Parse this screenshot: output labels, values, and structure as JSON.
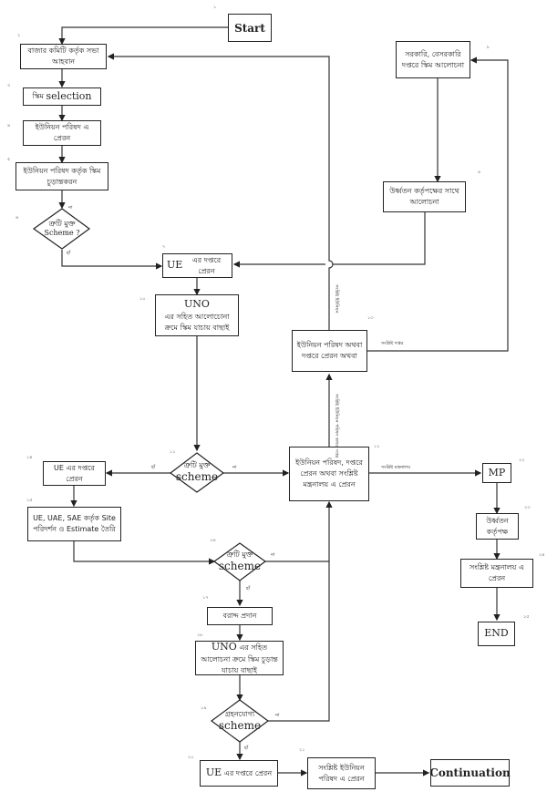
{
  "nodes": {
    "n1": {
      "num": "১",
      "label": "Start"
    },
    "n2": {
      "num": "২",
      "label": "বাজার কমিটি কর্তৃক সভা আহবান"
    },
    "n3": {
      "num": "৩",
      "label_bn": "স্কিম",
      "label_en": "selection"
    },
    "n4": {
      "num": "৪",
      "label": "ইউনিয়ন পরিষদ এ প্রেরন"
    },
    "n5": {
      "num": "৫",
      "label": "ইউনিয়ন পরিষদ কর্তৃক স্কিম চুড়ান্তকরন"
    },
    "n6": {
      "num": "৬",
      "label_bn": "ত্রুটি মুক্ত",
      "label_en": "Scheme ?"
    },
    "n7": {
      "num": "৭",
      "label_en": "UE",
      "label_bn": "এর দপ্তরে প্রেরন"
    },
    "n8": {
      "num": "৮",
      "label": "সরকারি, বেসরকারি দপ্তরে স্কিম আলোচনা"
    },
    "n9": {
      "num": "৯",
      "label": "উর্ধ্বতন কর্তৃপক্ষের সাথে আলোচনা"
    },
    "n10": {
      "num": "১০",
      "label_en": "UNO",
      "label_bn": "এর সহিত আলোচোনা ক্রমে স্কিম যাচায় বাছাই"
    },
    "n11": {
      "num": "১১",
      "label_bn": "ত্রুটি মুক্ত",
      "label_en": "scheme"
    },
    "n12": {
      "num": "১২",
      "label": "ইউনিয়ন পরিষদ, দপ্তরে প্রেরন অথবা সংশ্লিষ্ট মন্ত্রনালয় এ প্রেরন"
    },
    "n13": {
      "num": "১৩",
      "label": "ইউনিয়ন পরিষদ অথবা দপ্তরে প্রেরন অথবা"
    },
    "n14": {
      "num": "১৪",
      "label": "UE এর দপ্তরে প্রেরন"
    },
    "n15": {
      "num": "১৫",
      "label": "UE, UAE, SAE কর্তৃক Site পরিদর্শন ও Estimate তৈরি"
    },
    "n16": {
      "num": "১৬",
      "label_bn": "ত্রুটি মুক্ত",
      "label_en": "scheme"
    },
    "n17": {
      "num": "১৭",
      "label": "বরাদ্দ প্রদান"
    },
    "n18": {
      "num": "১৮",
      "label_en": "UNO",
      "label_bn": "এর সহিত আলোচনা ক্রমে স্কিম চুড়ান্ত যাচায় বাছাই"
    },
    "n19": {
      "num": "১৯",
      "label_bn": "গ্রহনযোগ্য",
      "label_en": "scheme"
    },
    "n20": {
      "num": "২০",
      "label_en": "UE",
      "label_bn": "এর দপ্তরে প্রেরন"
    },
    "n21": {
      "num": "২১",
      "label": "সংশ্লিষ্ট ইউনিয়ন পরিষদ এ প্রেরন"
    },
    "n22": {
      "num": "২২",
      "label": "MP"
    },
    "n23": {
      "num": "২৩",
      "label": "উর্ধ্বতন কর্তৃপক্ষ"
    },
    "n24": {
      "num": "২৪",
      "label": "সংশ্লিষ্ট মন্ত্রনালয় এ প্রেরন"
    },
    "n25": {
      "num": "২৫",
      "label": "END"
    },
    "n26": {
      "label": "Continuation"
    }
  },
  "edge_labels": {
    "no": "না",
    "yes": "হাঁ",
    "related_up": "সংশ্লিষ্ট ইউনিয়ন",
    "related_office": "সংশ্লিষ্ট দপ্তর",
    "related_up_office": "সংশ্লিষ্ট ইউনিয়ন পরিষদ অথবা দপ্তর",
    "related_ministry": "সংশ্লিষ্ট মন্ত্রনালয়"
  }
}
